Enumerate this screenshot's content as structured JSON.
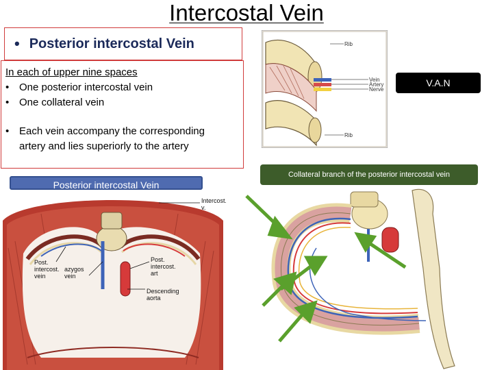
{
  "title": "Intercostal Vein",
  "subtitle": "Posterior intercostal Vein",
  "info": {
    "heading": "In each of upper nine spaces",
    "bullets": [
      "One posterior intercostal vein",
      "One collateral vein"
    ],
    "bullet2_line1": "Each vein accompany the corresponding",
    "bullet2_line2": "artery and lies superiorly to the artery"
  },
  "van_label": "V.A.N",
  "diagram_top": {
    "rib_top": "Rib",
    "vein": "Vein",
    "artery": "Artery",
    "nerve": "Nerve",
    "rib_bottom": "Rib"
  },
  "left_pill": "Posterior intercostal Vein",
  "right_pill": "Collateral branch of the posterior intercostal vein",
  "left_figure": {
    "label_intercost_v": "Intercost. v.",
    "label_post_intercost_vein_1": "Post.",
    "label_post_intercost_vein_2": "intercost.",
    "label_post_intercost_vein_3": "vein",
    "label_azygos_1": "azygos",
    "label_azygos_2": "vein",
    "label_post_intercost_art_1": "Post.",
    "label_post_intercost_art_2": "intercost.",
    "label_post_intercost_art_3": "art",
    "label_desc_aorta_1": "Descending",
    "label_desc_aorta_2": "aorta"
  },
  "colors": {
    "accent_red": "#d03a3a",
    "navy": "#1b2a5a",
    "pill_blue": "#4f6bb0",
    "pill_green": "#3d5c2a",
    "arrow_green": "#5aa02c"
  }
}
